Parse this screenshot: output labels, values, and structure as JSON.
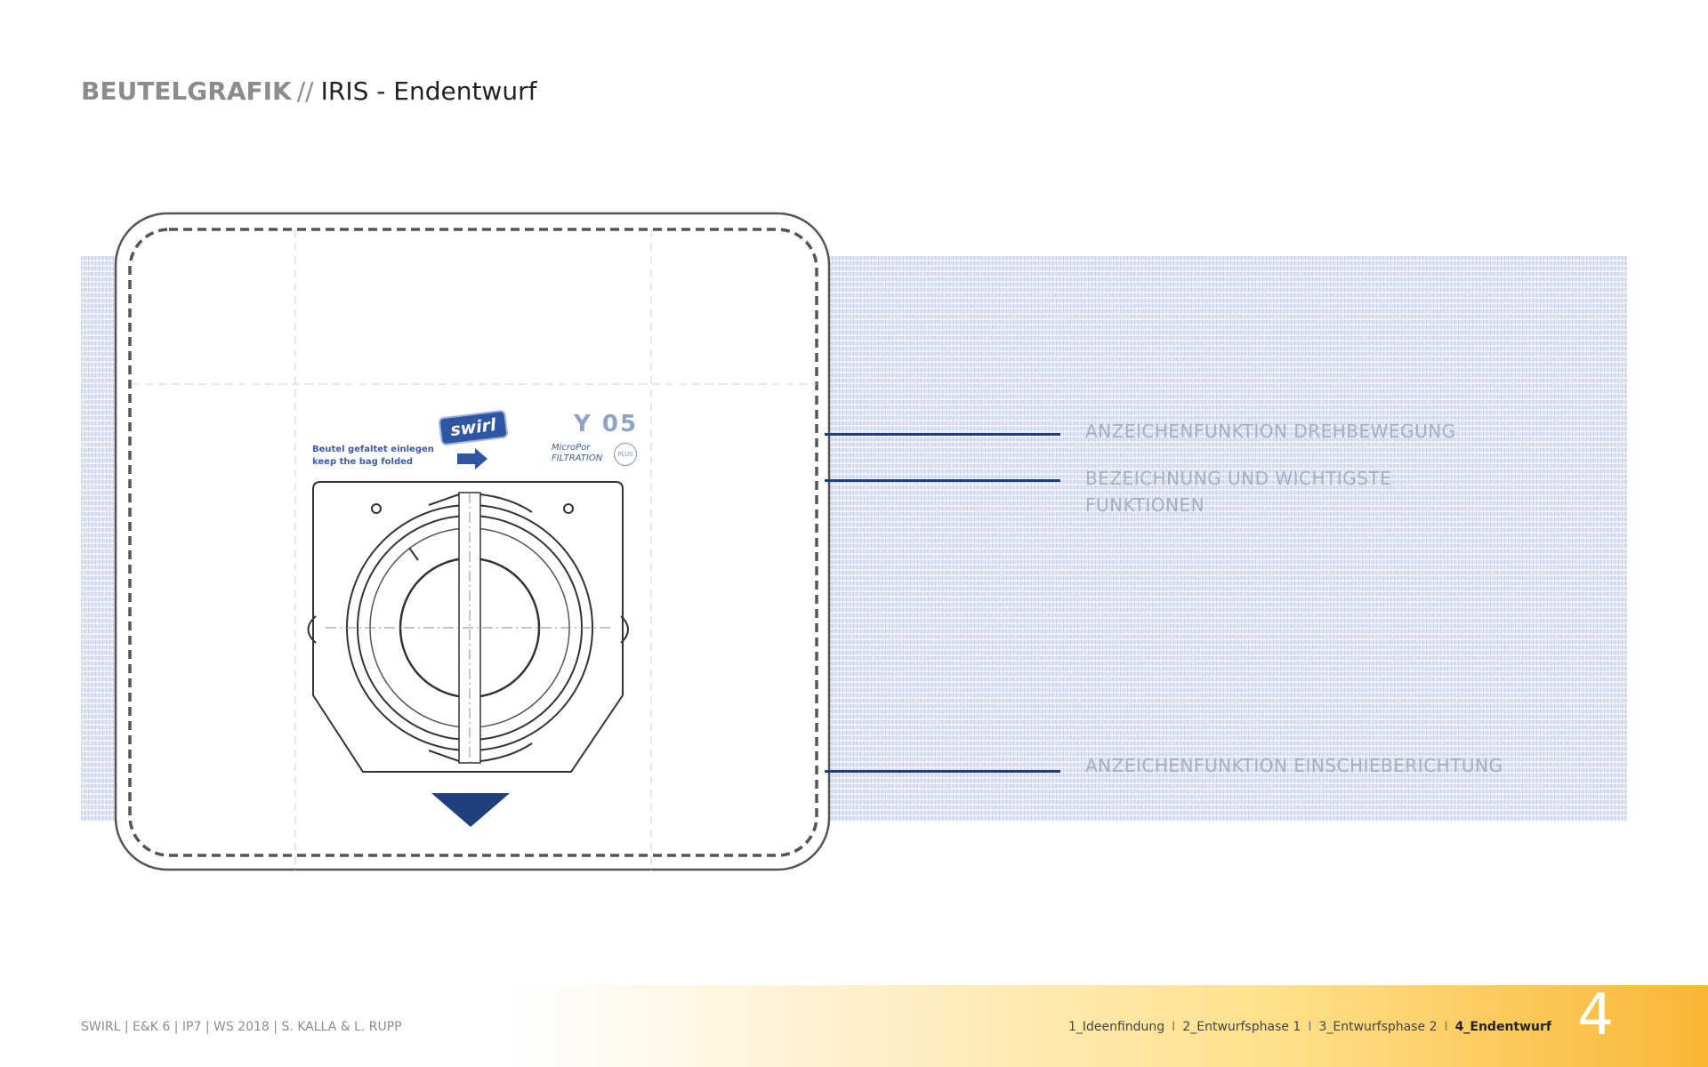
{
  "header": {
    "title_bold": "BEUTELGRAFIK",
    "separator": "//",
    "title_rest": "IRIS - Endentwurf"
  },
  "bag": {
    "note_line1": "Beutel gefaltet einlegen",
    "note_line2": "keep the bag folded",
    "logo_text": "swirl",
    "model": "Y 05",
    "filtration_line1": "MicroPor",
    "filtration_line2": "FILTRATION",
    "plus_label": "PLUS"
  },
  "callouts": [
    {
      "label": "ANZEICHENFUNKTION DREHBEWEGUNG"
    },
    {
      "label": "BEZEICHNUNG UND WICHTIGSTE FUNKTIONEN"
    },
    {
      "label": "ANZEICHENFUNKTION EINSCHIEBERICHTUNG"
    }
  ],
  "footer": {
    "left_text": "SWIRL | E&K 6 | IP7 | WS 2018 | S. KALLA & L. RUPP",
    "nav": [
      {
        "label": "1_Ideenfindung",
        "active": false
      },
      {
        "label": "2_Entwurfsphase 1",
        "active": false
      },
      {
        "label": "3_Entwurfsphase 2",
        "active": false
      },
      {
        "label": "4_Endentwurf",
        "active": true
      }
    ],
    "nav_divider": "I",
    "page_number": "4"
  },
  "colors": {
    "accent_blue": "#1f3f7d",
    "footer_orange": "#f9b634",
    "fabric": "#dde3f1"
  }
}
